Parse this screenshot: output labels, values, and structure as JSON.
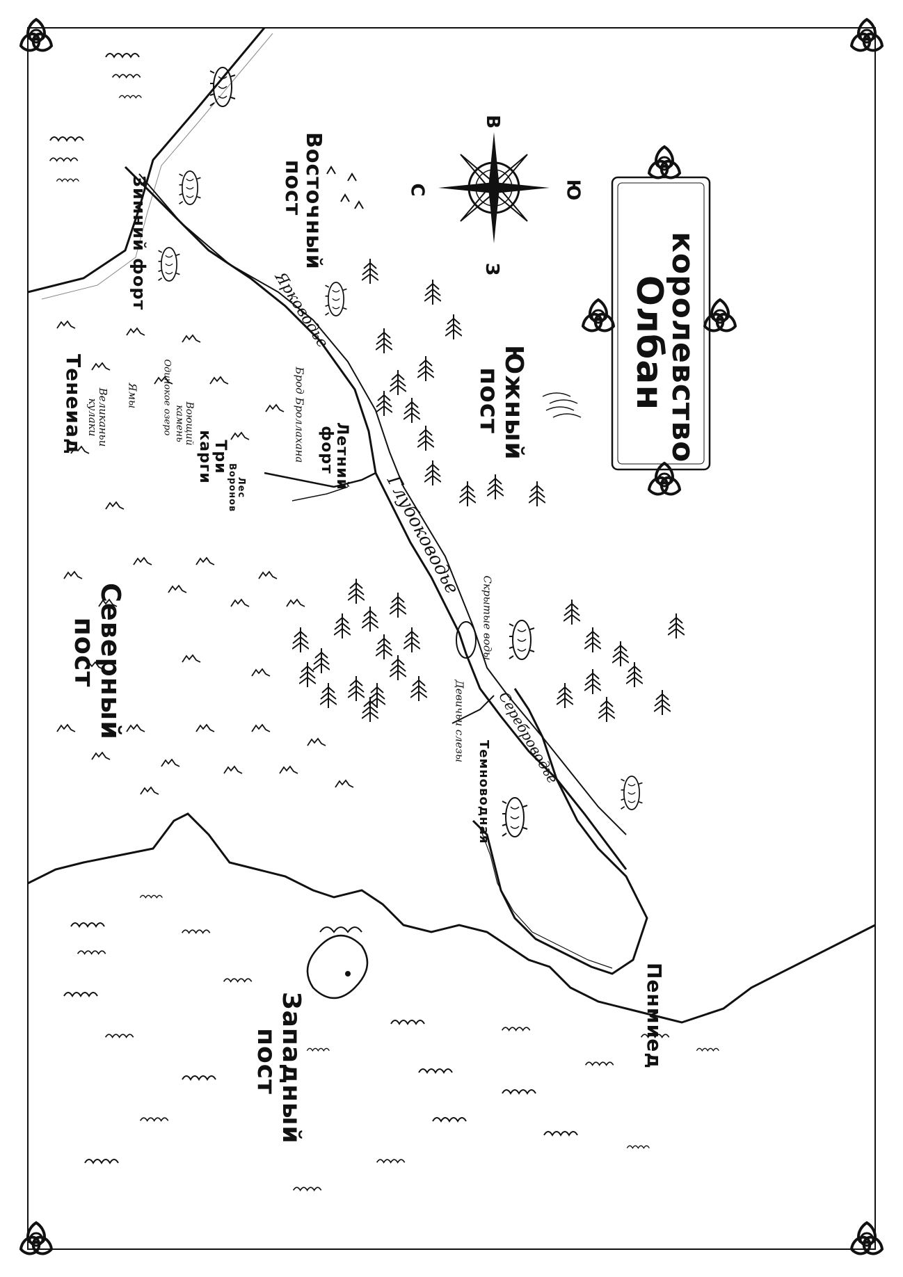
{
  "title": {
    "line1": "королевство",
    "line2": "Олбан"
  },
  "compass": {
    "north": "С",
    "east": "В",
    "south": "Ю",
    "west": "З"
  },
  "regions": {
    "north": "Северный пост",
    "north_line1": "Северный",
    "north_line2": "пост",
    "south_line1": "Южный",
    "south_line2": "пост",
    "east_line1": "Восточный",
    "east_line2": "пост",
    "west_line1": "Западный",
    "west_line2": "пост"
  },
  "places": {
    "teneiad": "Тенеиад",
    "winter_fort": "Зимний форт",
    "summer_fort_line1": "Летний",
    "summer_fort_line2": "форт",
    "three_hags_line1": "Три",
    "three_hags_line2": "карги",
    "raven_wood_line1": "Лес",
    "raven_wood_line2": "Воронов",
    "penmied": "Пенмиед",
    "temnovodnaya": "Темноводная"
  },
  "features": {
    "giants_fists_line1": "Великаньи",
    "giants_fists_line2": "кулаки",
    "pits": "Ямы",
    "lonely_lake": "Одинокое озеро",
    "howling_stone_line1": "Воющий",
    "howling_stone_line2": "камень",
    "brollahan_ford": "Брод Броллахана",
    "hidden_waters": "Скрытые воды",
    "maiden_tears": "Девичьи слезы"
  },
  "rivers": {
    "brightwater": "Ярководье",
    "deepwater": "Глубоководье",
    "silverwater": "Сереброводье"
  },
  "colors": {
    "ink": "#111111",
    "paper": "#ffffff"
  }
}
